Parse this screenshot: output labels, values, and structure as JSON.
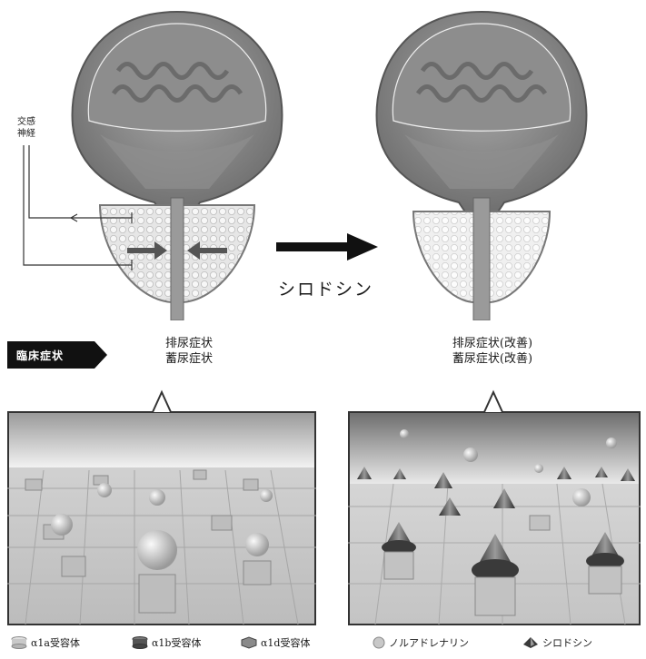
{
  "labels": {
    "sympathetic_nerve_line1": "交感",
    "sympathetic_nerve_line2": "神経",
    "drug_name": "シロドシン",
    "clinical_symptoms": "臨床症状",
    "left_symptom_1": "排尿症状",
    "left_symptom_2": "蓄尿症状",
    "right_symptom_1": "排尿症状(改善)",
    "right_symptom_2": "蓄尿症状(改善)"
  },
  "legend": [
    {
      "label": "α1a受容体",
      "icon": "cylinder-light-icon",
      "color": "#c9c9c9"
    },
    {
      "label": "α1b受容体",
      "icon": "cylinder-dark-icon",
      "color": "#555555"
    },
    {
      "label": "α1d受容体",
      "icon": "cylinder-hex-icon",
      "color": "#8a8a8a"
    },
    {
      "label": "ノルアドレナリン",
      "icon": "sphere-icon",
      "color": "#bdbdbd"
    },
    {
      "label": "シロドシン",
      "icon": "silodosin-icon",
      "color": "#3a3a3a"
    }
  ],
  "colors": {
    "bladder_outer": "#7a7a7a",
    "bladder_inner": "#9c9c9c",
    "arrow": "#111111",
    "panel_bg": "#d9d9d9"
  }
}
